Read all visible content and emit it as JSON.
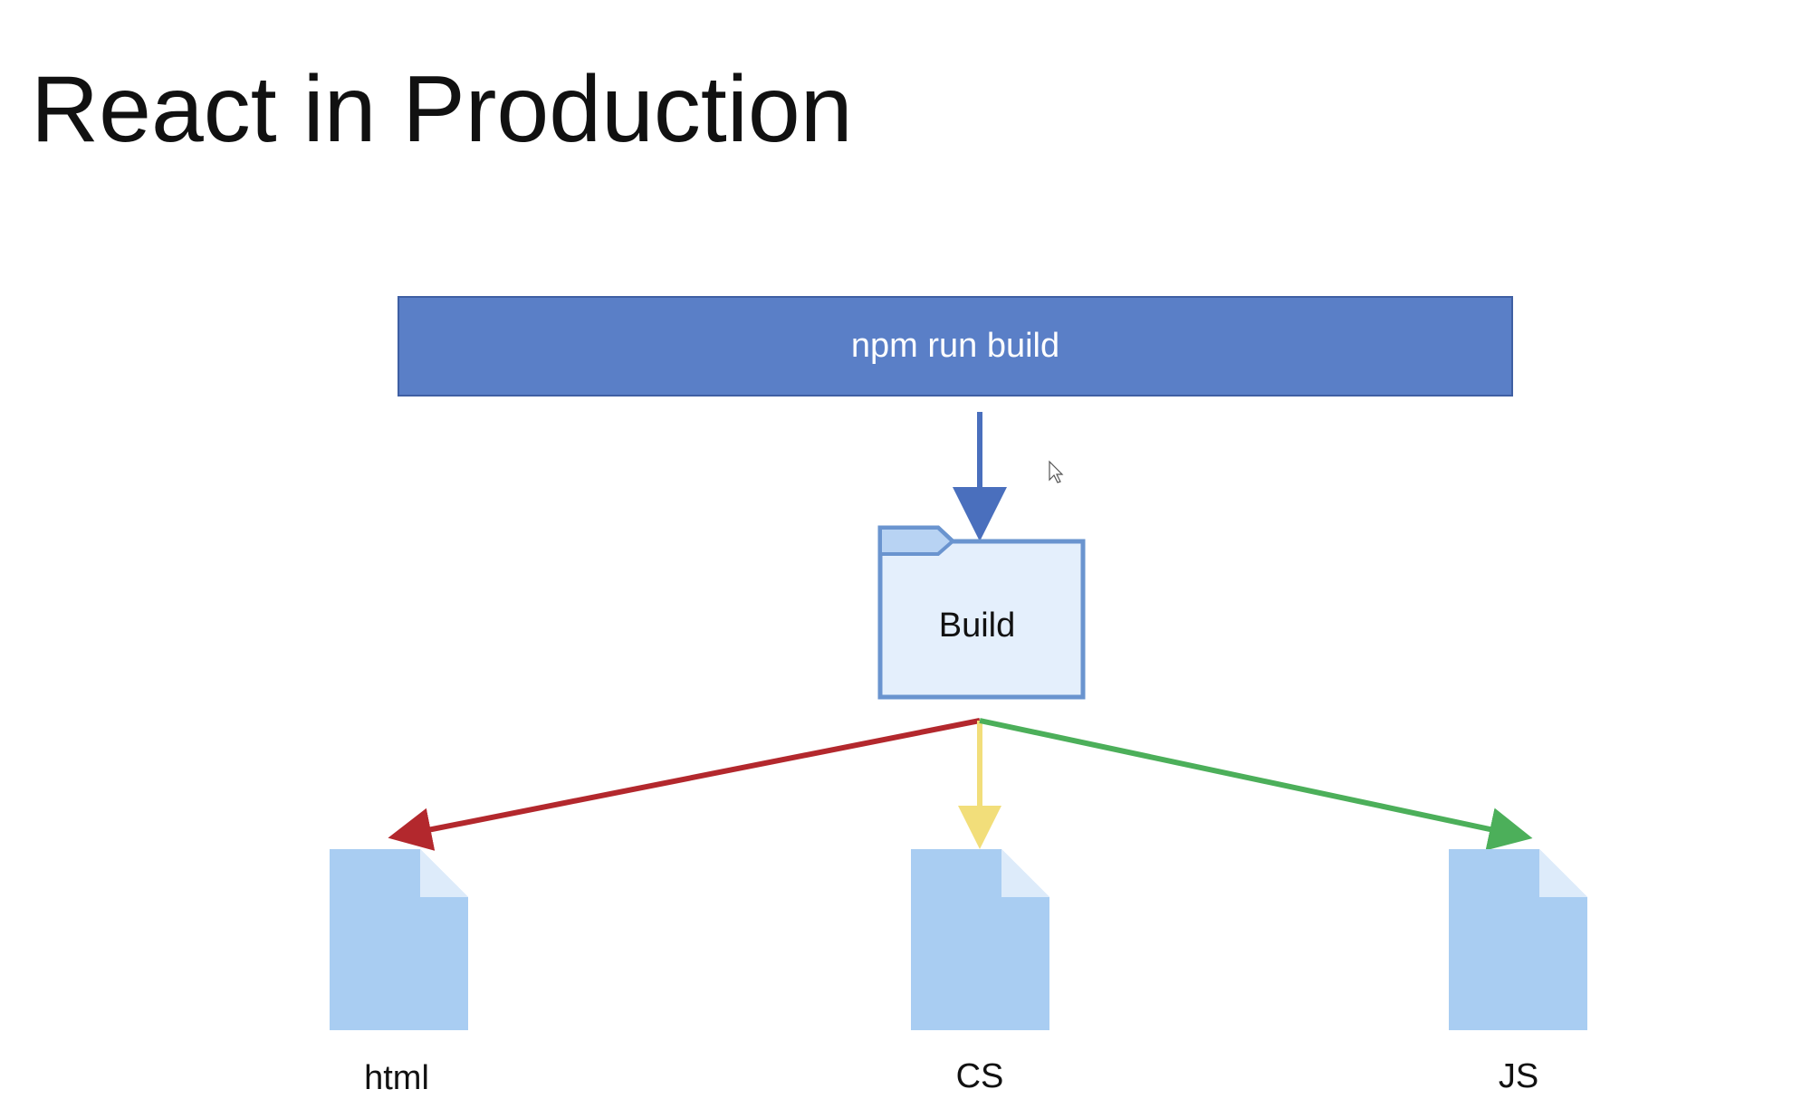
{
  "slide": {
    "title": "React in Production"
  },
  "diagram": {
    "command": "npm run build",
    "folder": {
      "label": "Build",
      "icon": "folder-icon"
    },
    "outputs": [
      {
        "label": "html",
        "icon": "file-icon",
        "arrow_color": "#b3282d"
      },
      {
        "label": "CS",
        "icon": "file-icon",
        "arrow_color": "#f2de7a"
      },
      {
        "label": "JS",
        "icon": "file-icon",
        "arrow_color": "#4caf5a"
      }
    ]
  },
  "colors": {
    "command_bar": "#5a7fc7",
    "flow_arrow": "#4a6fbd",
    "folder_fill": "#e4effc",
    "folder_stroke": "#6a94cf",
    "file_fill": "#a9cdf2",
    "file_fold": "#ddebfa"
  }
}
